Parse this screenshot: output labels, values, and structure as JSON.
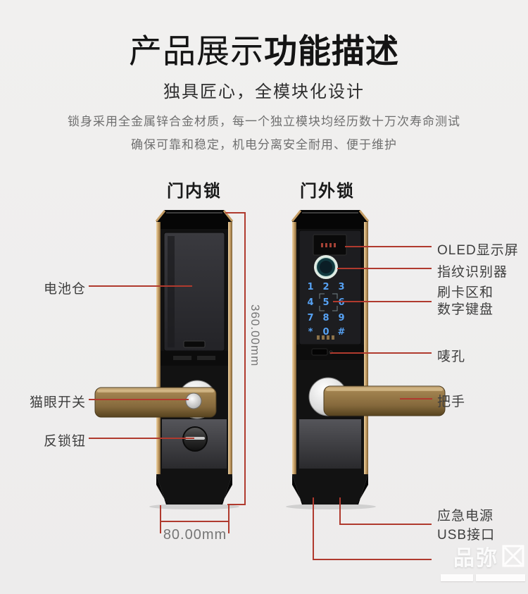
{
  "header": {
    "title_part1": "产品展示",
    "title_part2": "功能描述",
    "subtitle": "独具匠心，全模块化设计",
    "desc_line1": "锁身采用全金属锌合金材质，每一个独立模块均经历数十万次寿命测试",
    "desc_line2": "确保可靠和稳定，机电分离安全耐用、便于维护"
  },
  "sections": {
    "indoor_lock": "门内锁",
    "outdoor_lock": "门外锁"
  },
  "labels": {
    "battery": "电池仓",
    "peephole_switch": "猫眼开关",
    "deadbolt_knob": "反锁钮",
    "oled": "OLED显示屏",
    "fingerprint": "指纹识别器",
    "card_area_line1": "刷卡区和",
    "card_area_line2": "数字键盘",
    "mic_hole": "唛孔",
    "handle": "把手",
    "usb_line1": "应急电源",
    "usb_line2": "USB接口"
  },
  "dimensions": {
    "height": "360.00mm",
    "width": "80.00mm"
  },
  "keypad": {
    "keys": [
      "1",
      "2",
      "3",
      "4",
      "5",
      "6",
      "7",
      "8",
      "9",
      "*",
      "0",
      "#"
    ]
  },
  "colors": {
    "callout_red": "#b03a2e",
    "keypad_blue": "#5aa9ff",
    "accent_gold": "#c49c63"
  },
  "watermark": {
    "text": "品弥"
  }
}
